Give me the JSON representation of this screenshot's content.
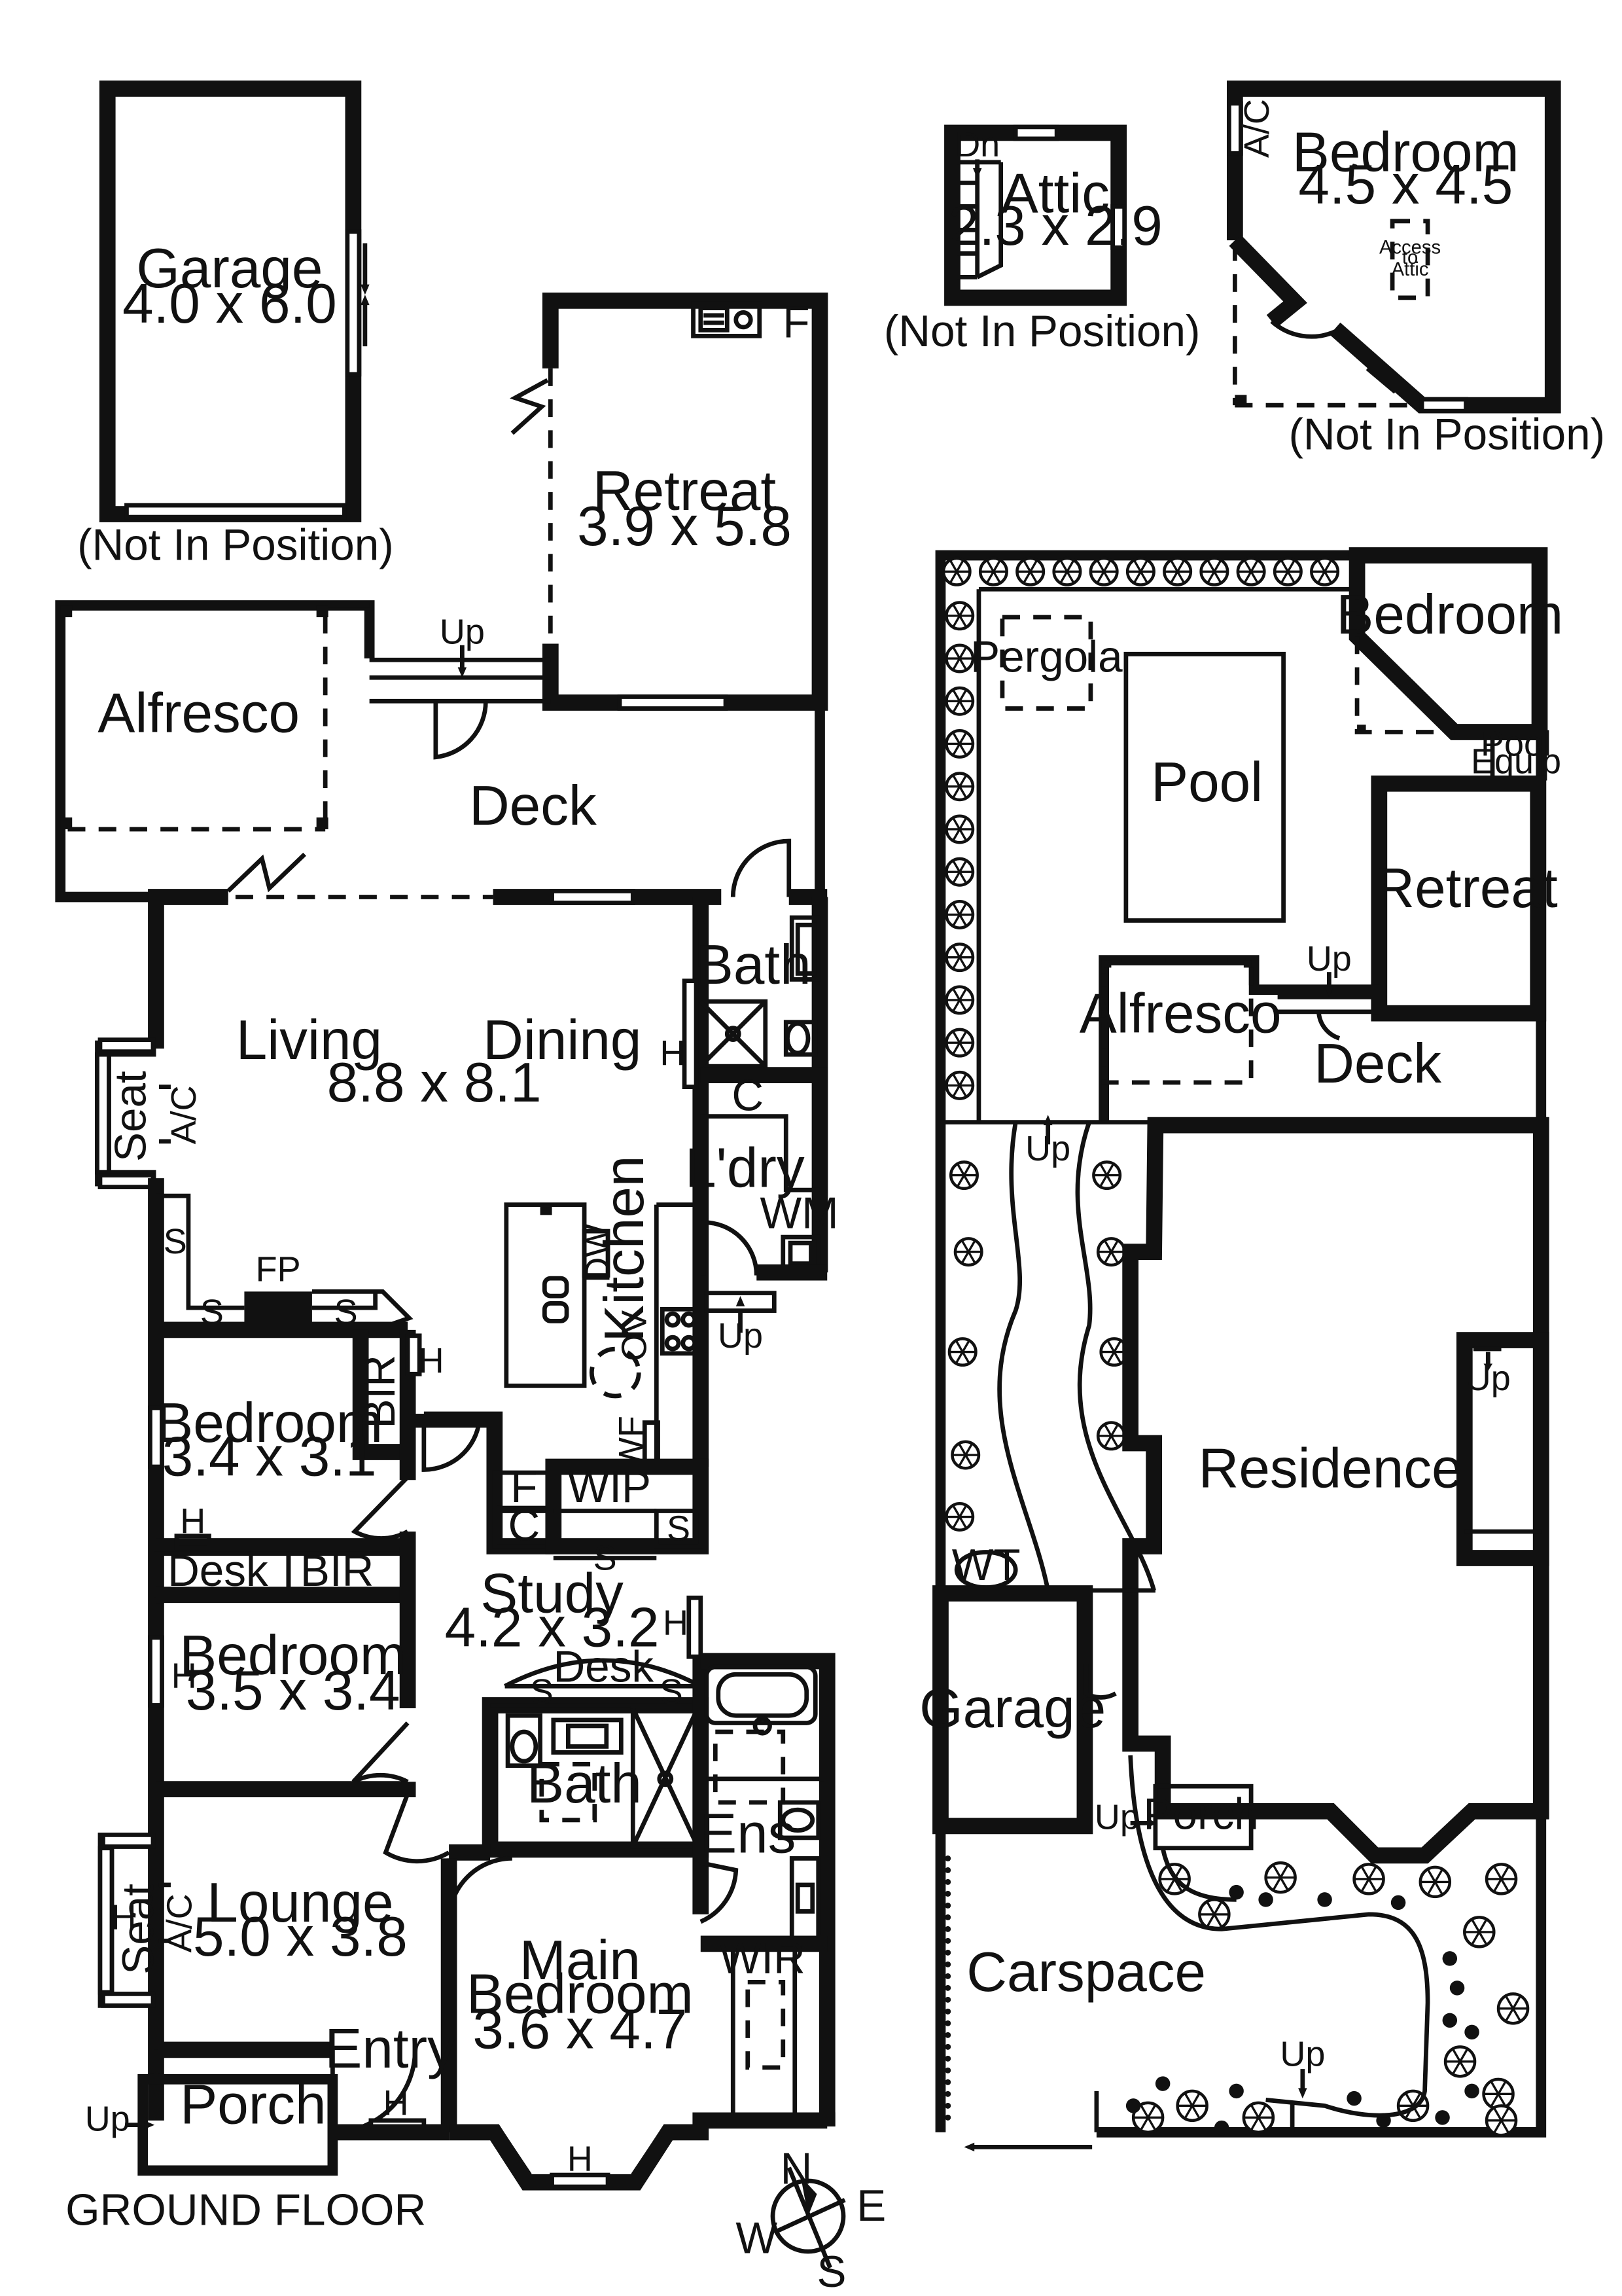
{
  "ground_floor": {
    "caption": "GROUND FLOOR",
    "garage": {
      "name": "Garage",
      "size": "4.0 x 6.0",
      "note": "(Not In Position)"
    },
    "retreat": {
      "name": "Retreat",
      "size": "3.9 x 5.8",
      "fridge": "F",
      "step": "Up"
    },
    "alfresco": "Alfresco",
    "deck": "Deck",
    "bath_upper": {
      "name": "Bath",
      "heater": "H"
    },
    "living": "Living",
    "dining": "Dining",
    "living_size": "8.8 x 8.1",
    "seat": "Seat",
    "ac": "A/C",
    "storage_s": "S",
    "fireplace": "FP",
    "laundry": {
      "name": "L'dry",
      "cupboard": "C",
      "washer": "WM",
      "step": "Up"
    },
    "kitchen": {
      "name": "Kitchen",
      "dishwasher": "DW",
      "oven": "OV",
      "fridge_space": "WF"
    },
    "bedroom_1": {
      "name": "Bedroom",
      "size": "3.4 x 3.1",
      "robe": "BIR",
      "heater": "H"
    },
    "wip": {
      "name": "WIP",
      "f": "F",
      "c": "C",
      "s": "S"
    },
    "desk": "Desk",
    "bir": "BIR",
    "bedroom_2": {
      "name": "Bedroom",
      "size": "3.5 x 3.4",
      "heater": "H"
    },
    "study": {
      "name": "Study",
      "size": "4.2 x 3.2",
      "desk": "Desk",
      "heater": "H"
    },
    "bath_lower": "Bath",
    "ensuite": "Ens",
    "lounge": {
      "name": "Lounge",
      "size": "5.0 x 3.8",
      "seat": "Seat",
      "ac": "A/C",
      "heater": "H"
    },
    "main_bedroom": {
      "name": "Main",
      "name2": "Bedroom",
      "size": "3.6 x 4.7",
      "robe": "WIR",
      "heater": "H"
    },
    "entry": "Entry",
    "porch": {
      "name": "Porch",
      "step": "Up"
    }
  },
  "attic": {
    "name": "Attic",
    "size": "2.3 x 2.9",
    "stair": "Dn",
    "note": "(Not In Position)"
  },
  "upper_bedroom": {
    "name": "Bedroom",
    "size": "4.5 x 4.5",
    "ac": "A/C",
    "access_1": "Access",
    "access_2": "to",
    "access_3": "Attic",
    "note": "(Not In Position)"
  },
  "site_plan": {
    "pergola": "Pergola",
    "pool": "Pool",
    "bedroom": "Bedroom",
    "pool_equip_1": "Pool",
    "pool_equip_2": "Equip",
    "retreat": "Retreat",
    "alfresco": "Alfresco",
    "deck": "Deck",
    "step": "Up",
    "residence": "Residence",
    "water_tank": "WT",
    "garage": "Garage",
    "porch": "Porch",
    "carspace": "Carspace"
  },
  "compass": {
    "n": "N",
    "e": "E",
    "s": "S",
    "w": "W"
  },
  "colors": {
    "line": "#111111",
    "background": "#ffffff"
  }
}
